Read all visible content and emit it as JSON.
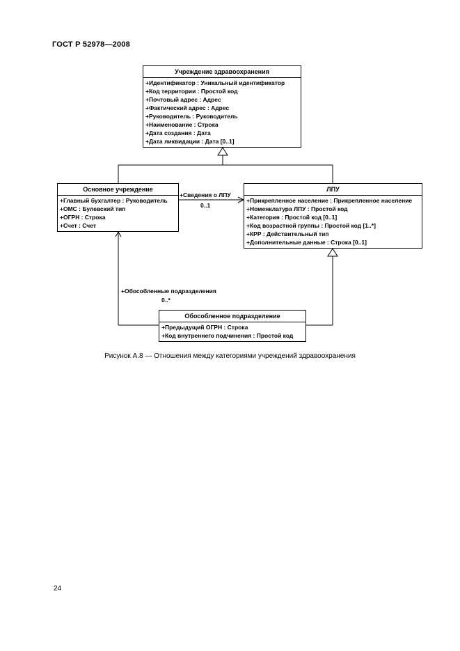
{
  "page": {
    "header": "ГОСТ Р 52978—2008",
    "caption": "Рисунок А.8 — Отношения между категориями учреждений здравоохранения",
    "page_number": "24"
  },
  "diagram": {
    "classes": {
      "institution": {
        "title": "Учреждение здравоохранения",
        "attributes": [
          "+Идентификатор : Уникальный идентификатор",
          "+Код территории : Простой код",
          "+Почтовый адрес : Адрес",
          "+Фактический адрес : Адрес",
          "+Руководитель : Руководитель",
          "+Наименование : Строка",
          "+Дата создания : Дата",
          "+Дата ликвидации : Дата [0..1]"
        ]
      },
      "main_institution": {
        "title": "Основное учреждение",
        "attributes": [
          "+Главный бухгалтер : Руководитель",
          "+ОМС : Булевский тип",
          "+ОГРН : Строка",
          "+Счет : Счет"
        ]
      },
      "lpu": {
        "title": "ЛПУ",
        "attributes": [
          "+Прикрепленное население : Прикрепленное население",
          "+Номенклатура ЛПУ : Простой код",
          "+Категория : Простой код [0..1]",
          "+Код возрастной группы : Простой код [1..*]",
          "+КРР : Действительный тип",
          "+Дополнительные данные : Строка [0..1]"
        ]
      },
      "subdivision": {
        "title": "Обособленное подразделение",
        "attributes": [
          "+Предыдущий ОГРН : Строка",
          "+Код внутреннего подчинения : Простой код"
        ]
      }
    },
    "associations": {
      "lpu_link": {
        "label": "+Сведения о ЛПУ",
        "multiplicity": "0..1"
      },
      "subdivision_link": {
        "label": "+Обособленные подразделения",
        "multiplicity": "0..*"
      }
    }
  }
}
